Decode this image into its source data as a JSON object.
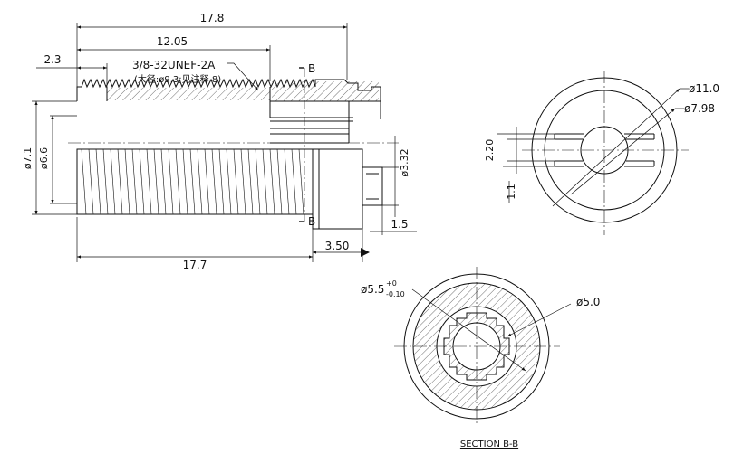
{
  "drawing": {
    "dimensions": {
      "overall_top": "17.8",
      "thread_length": "12.05",
      "left_offset": "2.3",
      "overall_bottom": "17.7",
      "collar": "3.50",
      "tip": "1.5",
      "dia_7_1": "ø7.1",
      "dia_6_6": "ø6.6",
      "dia_3_32": "ø3.32",
      "end_dia_11": "ø11.0",
      "end_dia_7_98": "ø7.98",
      "slot_2_20": "2.20",
      "slot_1_1": "1.1",
      "sec_dia_main": "ø5.5",
      "sec_dia_sup": "+0",
      "sec_dia_sub": "-0.10",
      "sec_dia_5_0": "ø5.0"
    },
    "thread_spec": "3/8-32UNEF-2A",
    "thread_note": "(大径:ø9.3;见注释 8)",
    "section_mark": "B",
    "section_title": "SECTION B-B"
  }
}
